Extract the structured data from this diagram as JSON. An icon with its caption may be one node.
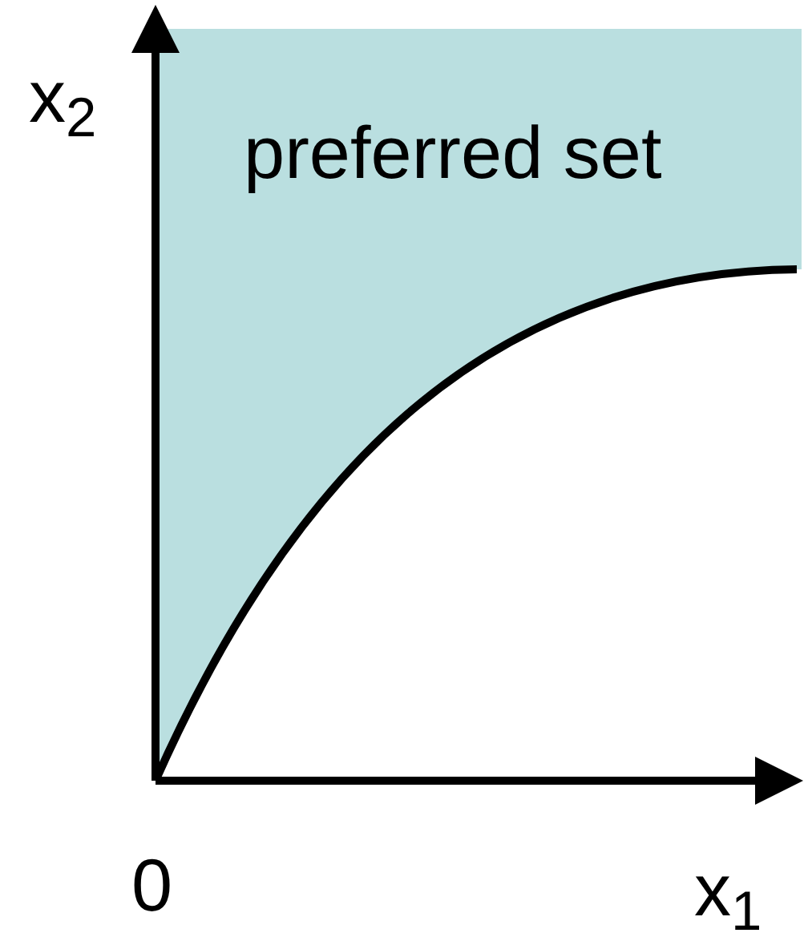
{
  "diagram": {
    "labels": [
      "x$_{2}$",
      "preferred set",
      "0",
      "x$_{1}$"
    ]
  }
}
